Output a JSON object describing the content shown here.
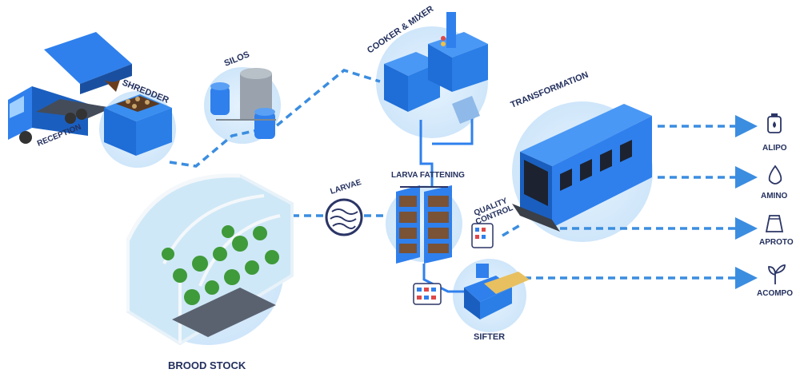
{
  "stages": {
    "reception": "RECEPTION",
    "shredder": "SHREDDER",
    "silos": "SILOS",
    "cooker_mixer": "COOKER & MIXER",
    "transformation": "TRANSFORMATION",
    "larva_fattening": "LARVA FATTENING",
    "larvae": "LARVAE",
    "quality_control_line1": "QUALITY",
    "quality_control_line2": "CONTROL",
    "sifter": "SIFTER",
    "brood_stock": "BROOD STOCK"
  },
  "outputs": [
    {
      "label": "ALIPO",
      "icon": "bottle-icon"
    },
    {
      "label": "AMINO",
      "icon": "drop-icon"
    },
    {
      "label": "APROTO",
      "icon": "sack-icon"
    },
    {
      "label": "ACOMPO",
      "icon": "sprout-icon"
    }
  ],
  "colors": {
    "primary_blue": "#2f80ed",
    "dark_blue": "#1a4fa0",
    "light_circle": "#d9ecfb",
    "label_navy": "#23305e",
    "flow_line": "#3b8de0"
  }
}
